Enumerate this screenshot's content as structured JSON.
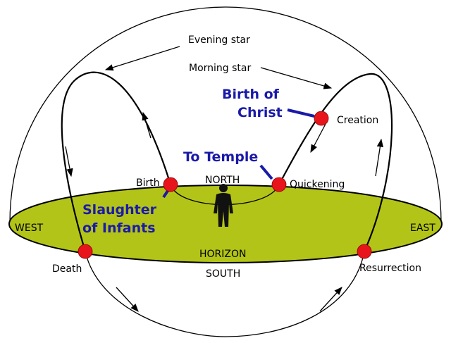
{
  "labels": {
    "evening_star": "Evening star",
    "morning_star": "Morning star",
    "creation": "Creation",
    "birth": "Birth",
    "north": "NORTH",
    "quickening": "Quickening",
    "west": "WEST",
    "east": "EAST",
    "horizon": "HORIZON",
    "south": "SOUTH",
    "death": "Death",
    "resurrection": "Resurrection"
  },
  "annotations": {
    "birth_of_christ_line1": "Birth of",
    "birth_of_christ_line2": "Christ",
    "to_temple": "To Temple",
    "slaughter_line1": "Slaughter",
    "slaughter_line2": "of Infants"
  },
  "colors": {
    "horizon_fill": "#b3c418",
    "point_marker": "#e8141b",
    "annotation_text": "#1a1aa8"
  }
}
